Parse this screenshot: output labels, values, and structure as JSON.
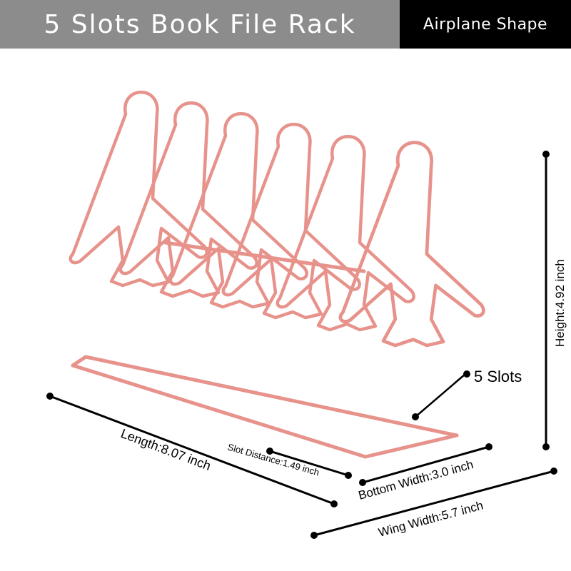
{
  "banner": {
    "title": "5 Slots Book File Rack",
    "subtitle": "Airplane Shape",
    "title_bg": "#8c8c8c",
    "subtitle_bg": "#000000",
    "text_color": "#ffffff"
  },
  "product": {
    "wire_color": "#e7928b",
    "slot_count": 5
  },
  "dimensions": {
    "slots_label": "5 Slots",
    "height_label": "Height:4.92 inch",
    "length_label": "Length:8.07 inch",
    "slot_distance_label": "Slot Distance:1.49 inch",
    "bottom_width_label": "Bottom Width:3.0 inch",
    "wing_width_label": "Wing Width:5.7 inch"
  }
}
